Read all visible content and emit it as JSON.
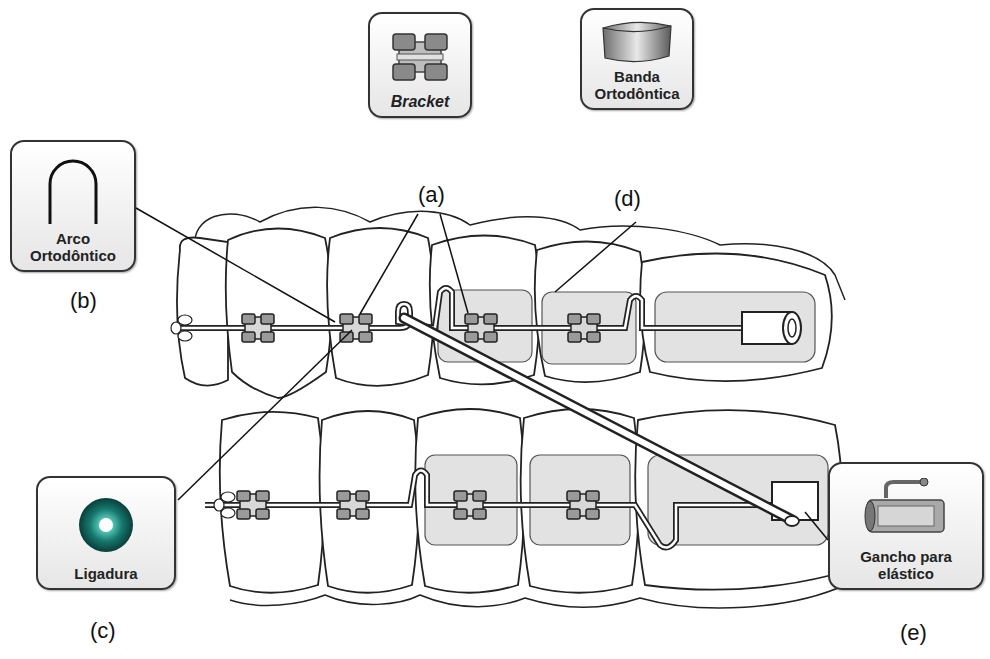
{
  "diagram": {
    "nodes": [
      {
        "text": [
          "Bracket"
        ]
      },
      {
        "text": [
          "Banda Ortodôntica"
        ]
      },
      {
        "text": [
          "Arco Ortodôntico"
        ]
      },
      {
        "text": [
          "Ligadura"
        ]
      },
      {
        "text": [
          "Gancho para elástico"
        ]
      }
    ],
    "labels": [
      "(a)",
      "(d)",
      "(b)",
      "(c)",
      "(e)"
    ]
  }
}
